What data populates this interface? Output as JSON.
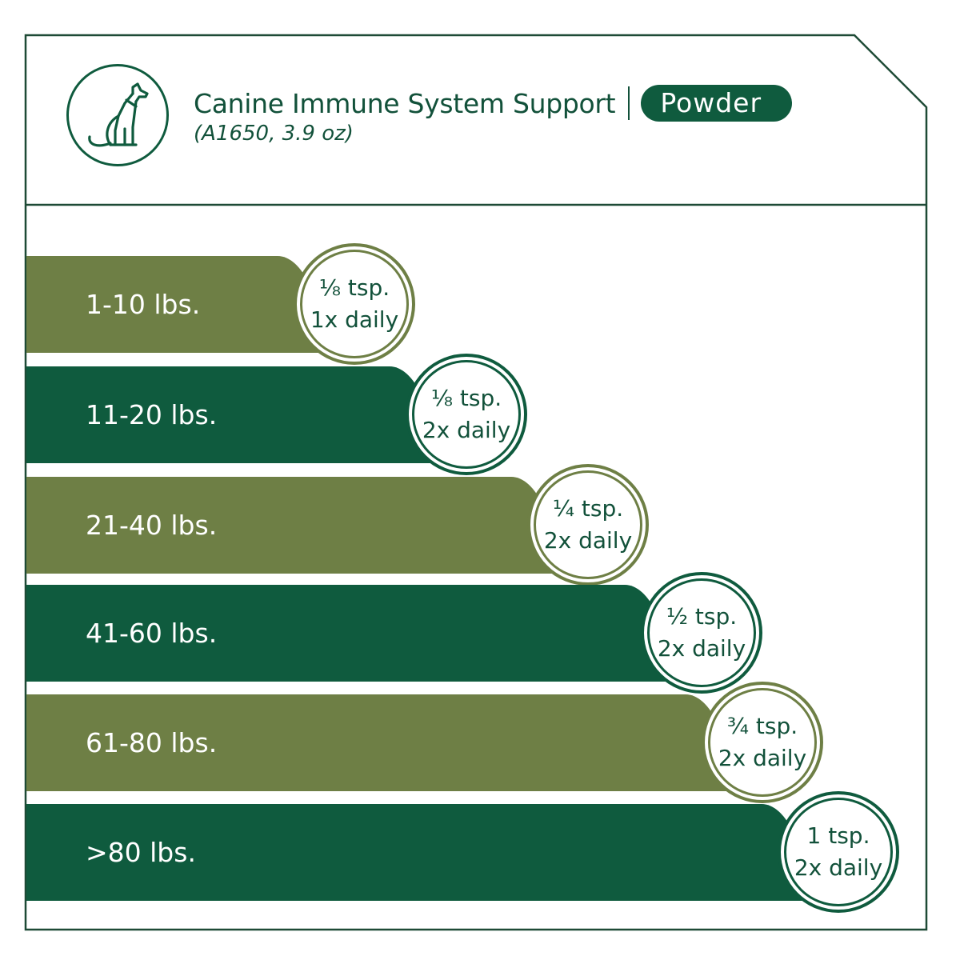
{
  "header": {
    "icon": "dog-sitting-icon",
    "title": "Canine Immune System Support",
    "form_badge": "Powder",
    "subtitle": "(A1650, 3.9 oz)"
  },
  "colors": {
    "dark_green": "#0f5b3e",
    "olive_green": "#6e7f45",
    "frame": "#1e4a36",
    "text": "#12513a"
  },
  "dosage_rows": [
    {
      "weight": "1-10 lbs.",
      "amount": "⅛ tsp.",
      "frequency": "1x daily",
      "color": "#6e7f45"
    },
    {
      "weight": "11-20 lbs.",
      "amount": "⅛ tsp.",
      "frequency": "2x daily",
      "color": "#0f5b3e"
    },
    {
      "weight": "21-40 lbs.",
      "amount": "¼ tsp.",
      "frequency": "2x daily",
      "color": "#6e7f45"
    },
    {
      "weight": "41-60 lbs.",
      "amount": "½ tsp.",
      "frequency": "2x daily",
      "color": "#0f5b3e"
    },
    {
      "weight": "61-80 lbs.",
      "amount": "¾ tsp.",
      "frequency": "2x daily",
      "color": "#6e7f45"
    },
    {
      "weight": ">80 lbs.",
      "amount": "1 tsp.",
      "frequency": "2x daily",
      "color": "#0f5b3e"
    }
  ]
}
